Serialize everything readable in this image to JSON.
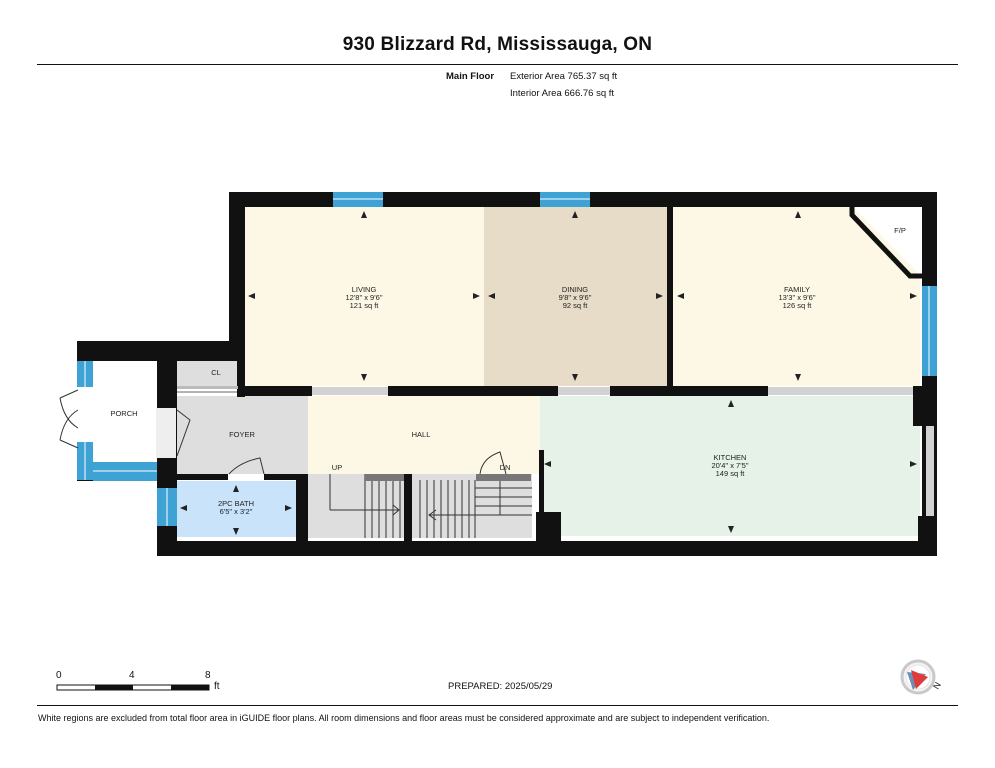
{
  "header": {
    "title": "930 Blizzard Rd, Mississauga, ON",
    "floor": "Main Floor",
    "exterior_area": "Exterior Area 765.37 sq ft",
    "interior_area": "Interior Area 666.76 sq ft"
  },
  "rooms": {
    "living": {
      "name": "LIVING",
      "dims": "12'8\" x 9'6\"",
      "area": "121 sq ft"
    },
    "dining": {
      "name": "DINING",
      "dims": "9'8\" x 9'6\"",
      "area": "92 sq ft"
    },
    "family": {
      "name": "FAMILY",
      "dims": "13'3\" x 9'6\"",
      "area": "126 sq ft"
    },
    "fireplace": "F/P",
    "closet": "CL",
    "porch": "PORCH",
    "foyer": "FOYER",
    "hall": "HALL",
    "bath": {
      "name": "2PC BATH",
      "dims": "6'5\" x 3'2\""
    },
    "kitchen": {
      "name": "KITCHEN",
      "dims": "20'4\" x 7'5\"",
      "area": "149 sq ft"
    },
    "stairs_up": "UP",
    "stairs_down": "DN"
  },
  "colors": {
    "living": "#fdf8e6",
    "dining": "#e6dcc7",
    "family": "#fdf8e6",
    "hall": "#fdf8e6",
    "foyer": "#dedede",
    "kitchen": "#e6f2e8",
    "bath": "#c8e3fa",
    "wall": "#111111",
    "window": "#3ea2d4"
  },
  "scale": {
    "tick_0": "0",
    "tick_4": "4",
    "tick_8": "8",
    "unit": "ft"
  },
  "footer": {
    "prepared": "PREPARED: 2025/05/29",
    "disclaimer": "White regions are excluded from total floor area in iGUIDE floor plans. All room dimensions and floor areas must be considered approximate and are subject to independent verification."
  },
  "compass": {
    "label": "N"
  }
}
